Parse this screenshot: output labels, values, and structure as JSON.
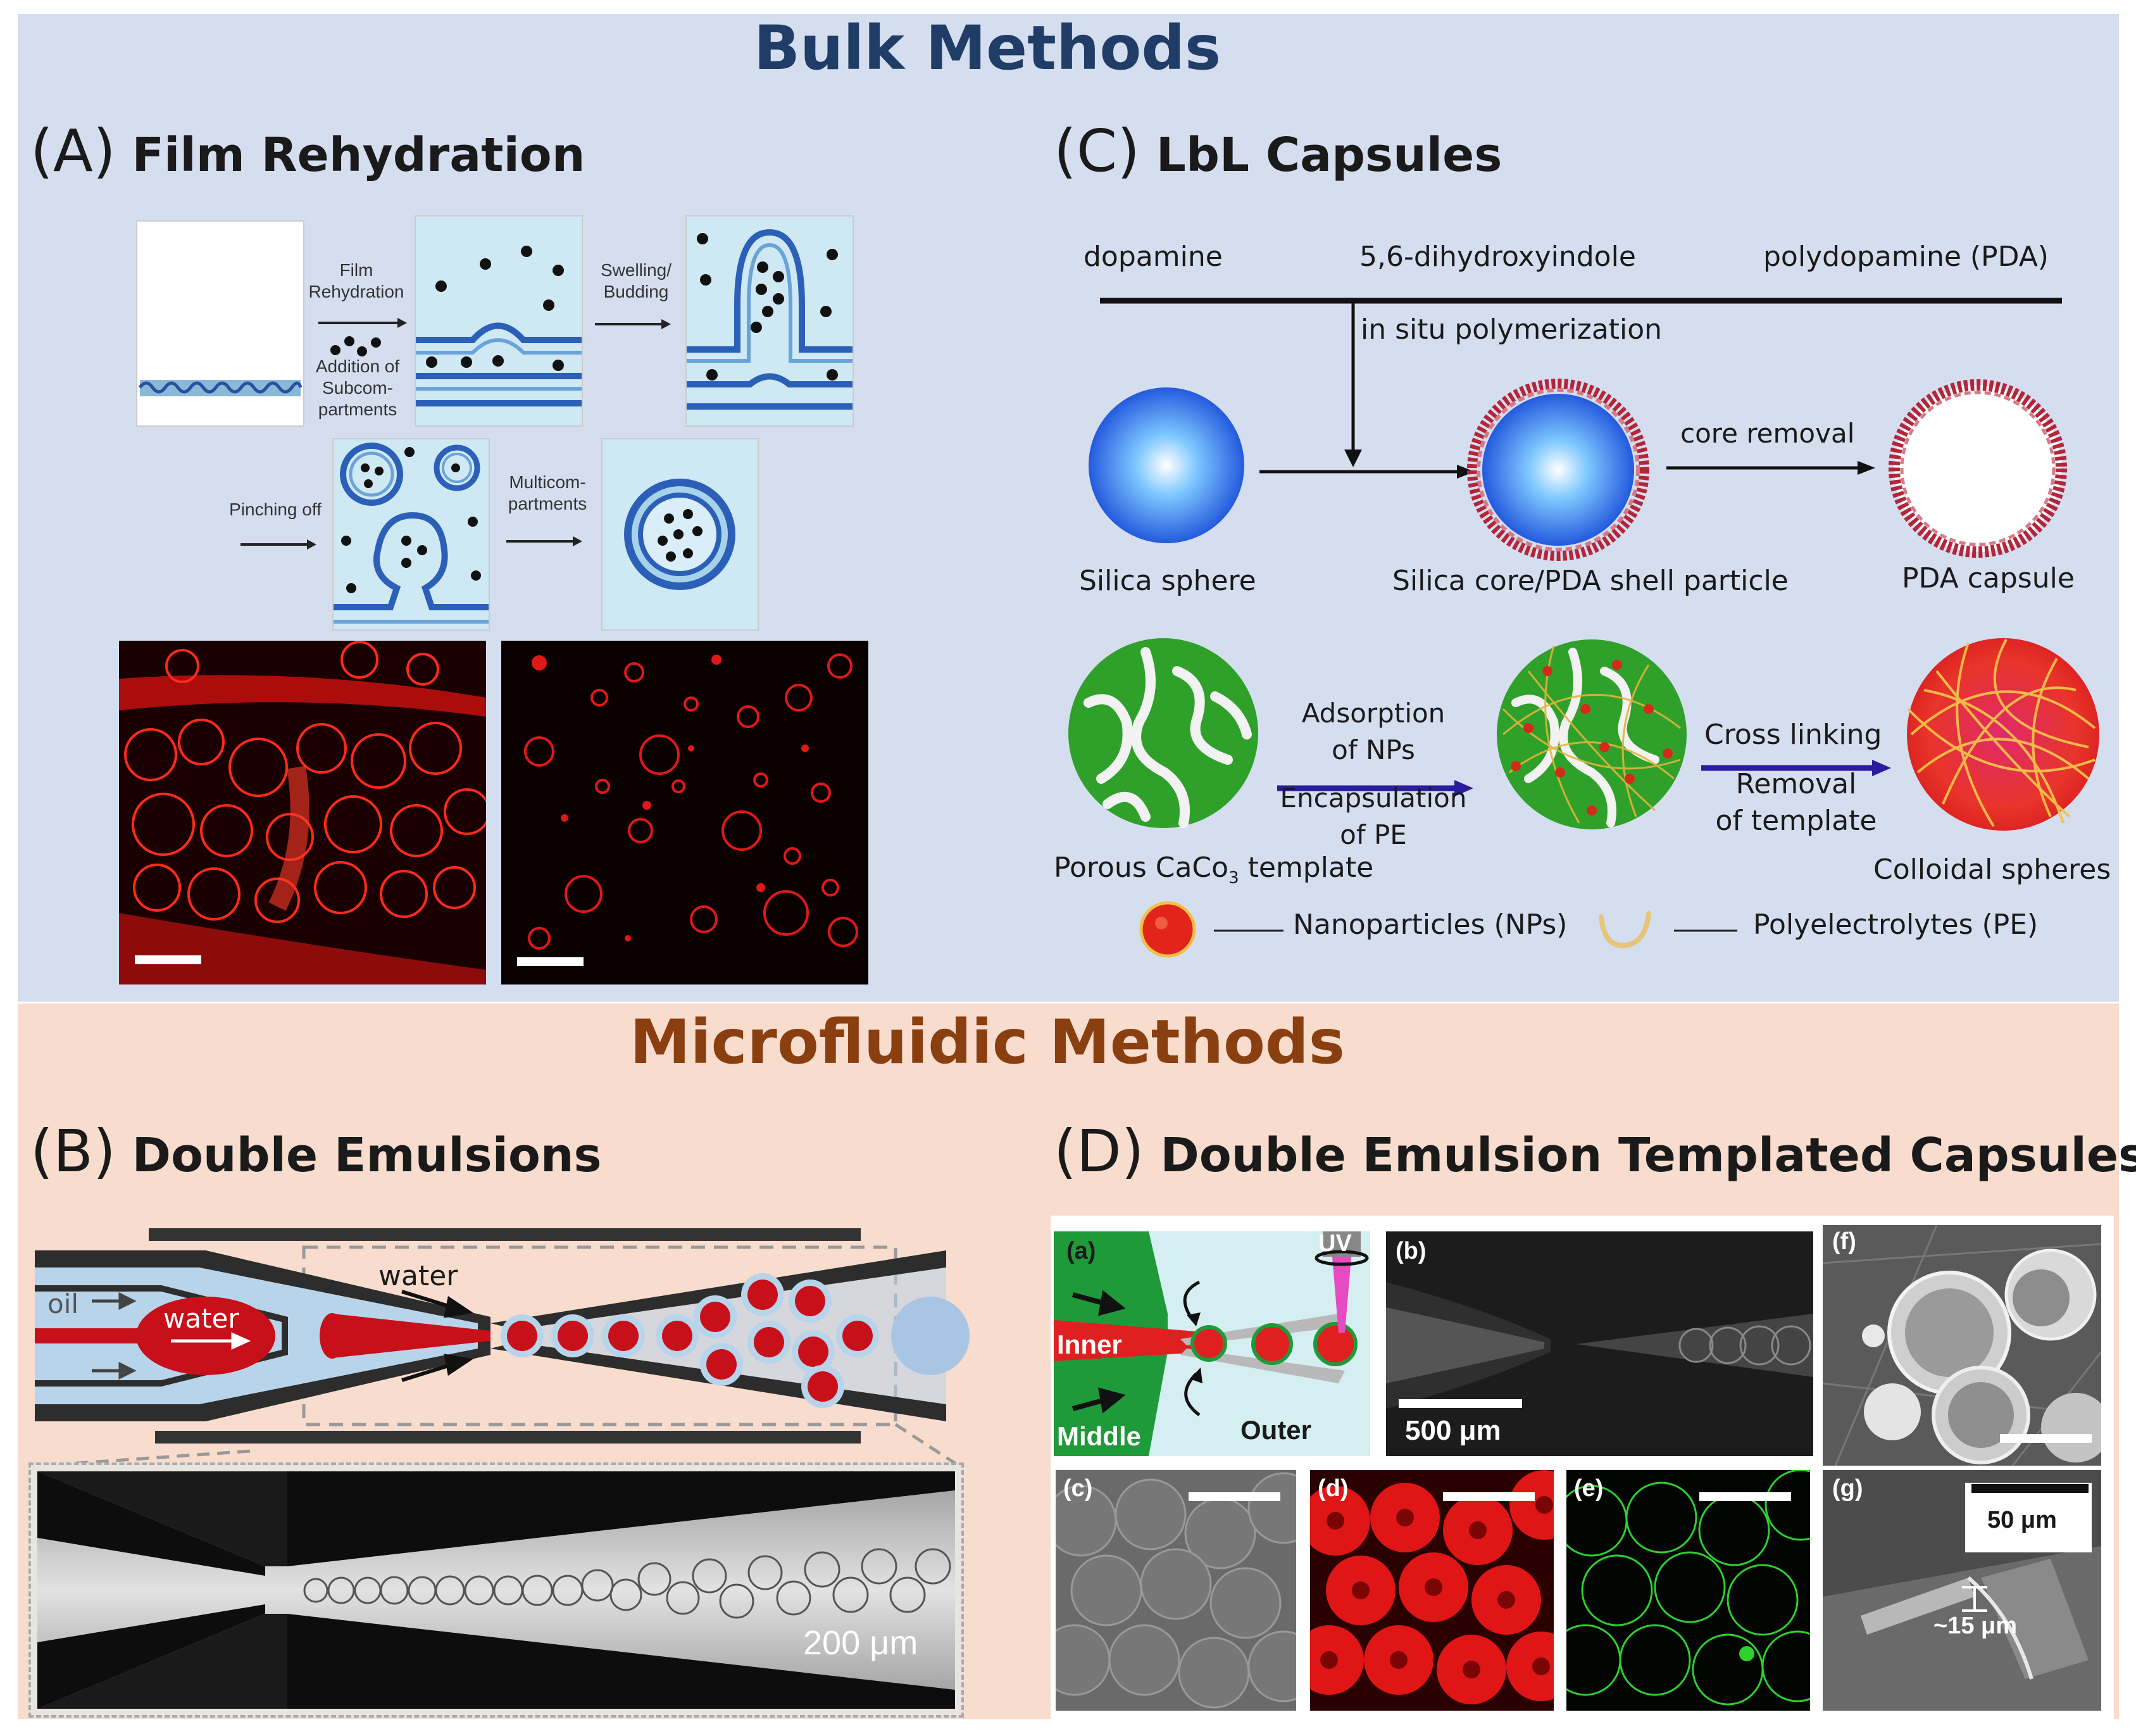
{
  "sections": {
    "bulk_title": "Bulk Methods",
    "micro_title": "Microfluidic Methods"
  },
  "panels": {
    "A": {
      "letter": "(A)",
      "title": "Film Rehydration"
    },
    "B": {
      "letter": "(B)",
      "title": "Double Emulsions"
    },
    "C": {
      "letter": "(C)",
      "title": "LbL Capsules"
    },
    "D": {
      "letter": "(D)",
      "title": "Double Emulsion Templated Capsules"
    }
  },
  "panelA": {
    "film_rehydration": "Film\nRehydration",
    "addition": "Addition of\nSubcom-\npartments",
    "swelling": "Swelling/\nBudding",
    "pinching": "Pinching off",
    "multicom": "Multicom-\npartments"
  },
  "panelC": {
    "dopamine": "dopamine",
    "dhi": "5,6-dihydroxyindole",
    "pda": "polydopamine (PDA)",
    "in_situ": "in situ polymerization",
    "core_removal": "core removal",
    "silica_sphere": "Silica sphere",
    "silica_core": "Silica core/PDA shell particle",
    "pda_capsule": "PDA capsule",
    "adsorption": "Adsorption\nof NPs",
    "encapsulation": "Encapsulation\nof PE",
    "cross_linking": "Cross linking",
    "removal": "Removal\nof template",
    "porous_template_pre": "Porous CaCo",
    "porous_template_sub": "3",
    "porous_template_post": " template",
    "colloidal": "Colloidal spheres",
    "nanoparticles": "Nanoparticles (NPs)",
    "polyelectrolytes": "Polyelectrolytes (PE)"
  },
  "panelB": {
    "oil": "oil",
    "water_inner": "water",
    "water_outer": "water",
    "scale": "200 μm"
  },
  "panelD": {
    "a": "(a)",
    "b": "(b)",
    "c": "(c)",
    "d": "(d)",
    "e": "(e)",
    "f": "(f)",
    "g": "(g)",
    "uv": "UV",
    "inner": "Inner",
    "middle": "Middle",
    "outer": "Outer",
    "scale_b": "500 μm",
    "scale_g": "50 μm",
    "thickness": "~15 μm"
  },
  "colors": {
    "bulk_bg": "#d4deef",
    "micro_bg": "#f8dccd",
    "bulk_title": "#1f3d66",
    "micro_title": "#8a3f10"
  }
}
